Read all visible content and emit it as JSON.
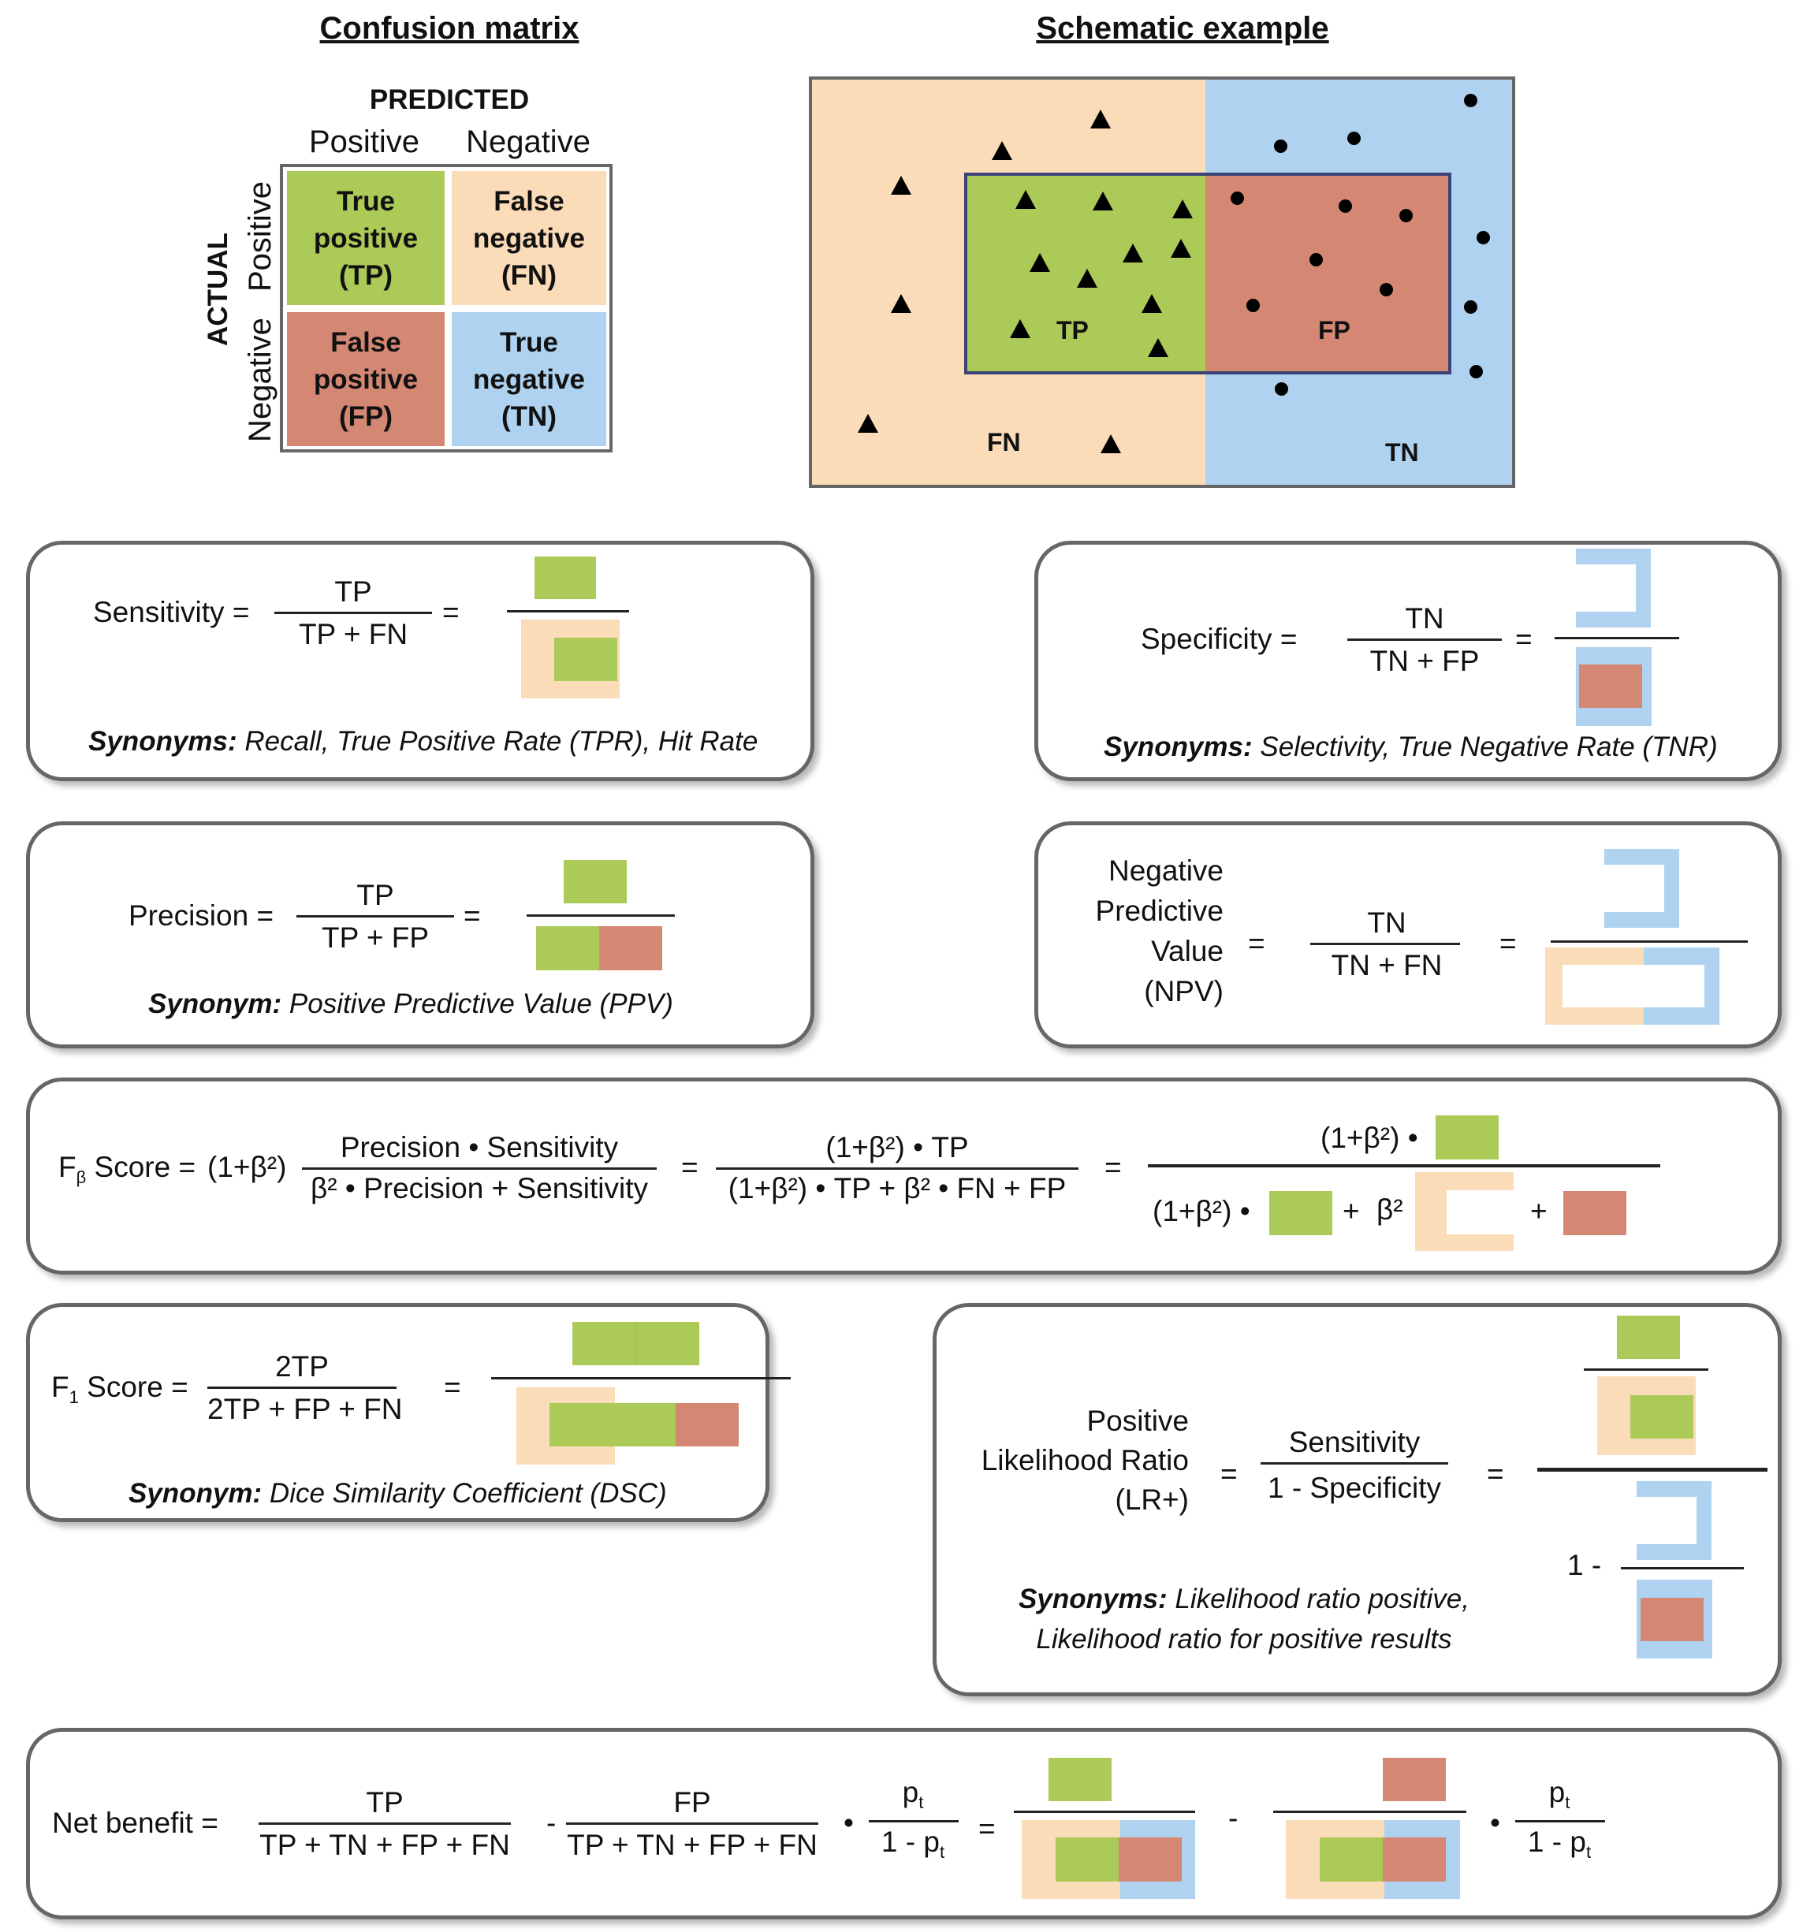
{
  "headings": {
    "confusion": "Confusion matrix",
    "schematic": "Schematic example"
  },
  "matrix": {
    "predicted": "PREDICTED",
    "actual": "ACTUAL",
    "pred_pos": "Positive",
    "pred_neg": "Negative",
    "act_pos": "Positive",
    "act_neg": "Negative",
    "tp": [
      "True",
      "positive",
      "(TP)"
    ],
    "fn": [
      "False",
      "negative",
      "(FN)"
    ],
    "fp": [
      "False",
      "positive",
      "(FP)"
    ],
    "tn": [
      "True",
      "negative",
      "(TN)"
    ]
  },
  "schematic": {
    "tp": "TP",
    "fp": "FP",
    "fn": "FN",
    "tn": "TN"
  },
  "colors": {
    "tp": "#acca57",
    "fp": "#d48873",
    "fn": "#fbdcb8",
    "tn": "#aed2ef",
    "border": "#666666",
    "box_outline": "#3a4478"
  },
  "sensitivity": {
    "label": "Sensitivity =",
    "num": "TP",
    "den": "TP + FN",
    "eq": "=",
    "syn_bold": "Synonyms:",
    "syn": " Recall, True Positive Rate (TPR), Hit Rate"
  },
  "specificity": {
    "label": "Specificity =",
    "num": "TN",
    "den": "TN + FP",
    "eq": "=",
    "syn_bold": "Synonyms:",
    "syn": " Selectivity, True Negative Rate (TNR)"
  },
  "precision": {
    "label": "Precision =",
    "num": "TP",
    "den": "TP + FP",
    "eq": "=",
    "syn_bold": "Synonym:",
    "syn": " Positive Predictive Value (PPV)"
  },
  "npv": {
    "label": [
      "Negative",
      "Predictive",
      "Value",
      "(NPV)"
    ],
    "eq1": "=",
    "num": "TN",
    "den": "TN + FN",
    "eq2": "="
  },
  "fbeta": {
    "f": "F",
    "sub": "β",
    "label": " Score =",
    "coef": "(1+β²)",
    "num1": "Precision • Sensitivity",
    "den1": "β² • Precision + Sensitivity",
    "eq1": "=",
    "num2": "(1+β²) •  TP",
    "den2": "(1+β²) •  TP + β² • FN + FP",
    "eq2": "=",
    "num3": "(1+β²) •",
    "den3_a": "(1+β²) •",
    "den3_plus1": "+",
    "den3_beta": "β²",
    "den3_plus2": "+"
  },
  "f1": {
    "f": "F",
    "sub": "1",
    "label": " Score =",
    "num": "2TP",
    "den": "2TP + FP + FN",
    "eq": "=",
    "syn_bold": "Synonym:",
    "syn": " Dice Similarity Coefficient (DSC)"
  },
  "lr": {
    "label": [
      "Positive",
      "Likelihood Ratio",
      "(LR+)"
    ],
    "eq1": "=",
    "num": "Sensitivity",
    "den": "1 - Specificity",
    "eq2": "=",
    "one_minus": "1 -",
    "syn_bold": "Synonyms:",
    "syn1": "  Likelihood ratio positive,",
    "syn2": "Likelihood ratio for positive results"
  },
  "netbenefit": {
    "label": "Net benefit =",
    "num1": "TP",
    "den1": "TP + TN + FP + FN",
    "minus": "-",
    "num2": "FP",
    "den2": "TP + TN + FP + FN",
    "dot": "•",
    "pt_p": "p",
    "pt_sub": "t",
    "one_minus": "1 - p",
    "eq": "=",
    "minus2": "-",
    "dot2": "•"
  }
}
